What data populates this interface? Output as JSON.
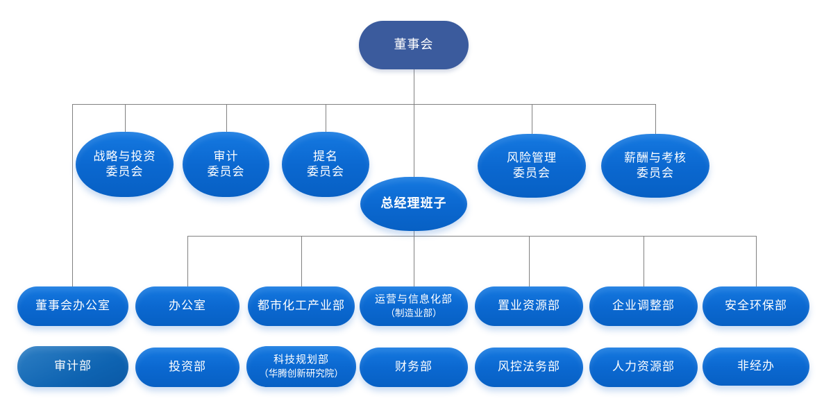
{
  "diagram_type": "org-chart",
  "colors": {
    "background": "#ffffff",
    "board_fill": "#3b5b9d",
    "node_fill_top": "#1579e1",
    "node_fill_bottom": "#0760c4",
    "audit_dept_fill_top": "#2e7fc4",
    "audit_dept_fill_bottom": "#0a58a5",
    "connector_line": "#808080",
    "text": "#ffffff"
  },
  "board": {
    "label": "董事会"
  },
  "committees": [
    {
      "line1": "战略与投资",
      "line2": "委员会"
    },
    {
      "line1": "审计",
      "line2": "委员会"
    },
    {
      "line1": "提名",
      "line2": "委员会"
    },
    {
      "line1": "风险管理",
      "line2": "委员会"
    },
    {
      "line1": "薪酬与考核",
      "line2": "委员会"
    }
  ],
  "gm": {
    "label": "总经理班子"
  },
  "row3": [
    {
      "label": "董事会办公室"
    },
    {
      "label": "办公室"
    },
    {
      "label": "都市化工产业部"
    },
    {
      "label": "运营与信息化部",
      "sub": "（制造业部）"
    },
    {
      "label": "置业资源部"
    },
    {
      "label": "企业调整部"
    },
    {
      "label": "安全环保部"
    }
  ],
  "row4": [
    {
      "label": "审计部"
    },
    {
      "label": "投资部"
    },
    {
      "label": "科技规划部",
      "sub": "（华腾创新研究院）"
    },
    {
      "label": "财务部"
    },
    {
      "label": "风控法务部"
    },
    {
      "label": "人力资源部"
    },
    {
      "label": "非经办"
    }
  ]
}
